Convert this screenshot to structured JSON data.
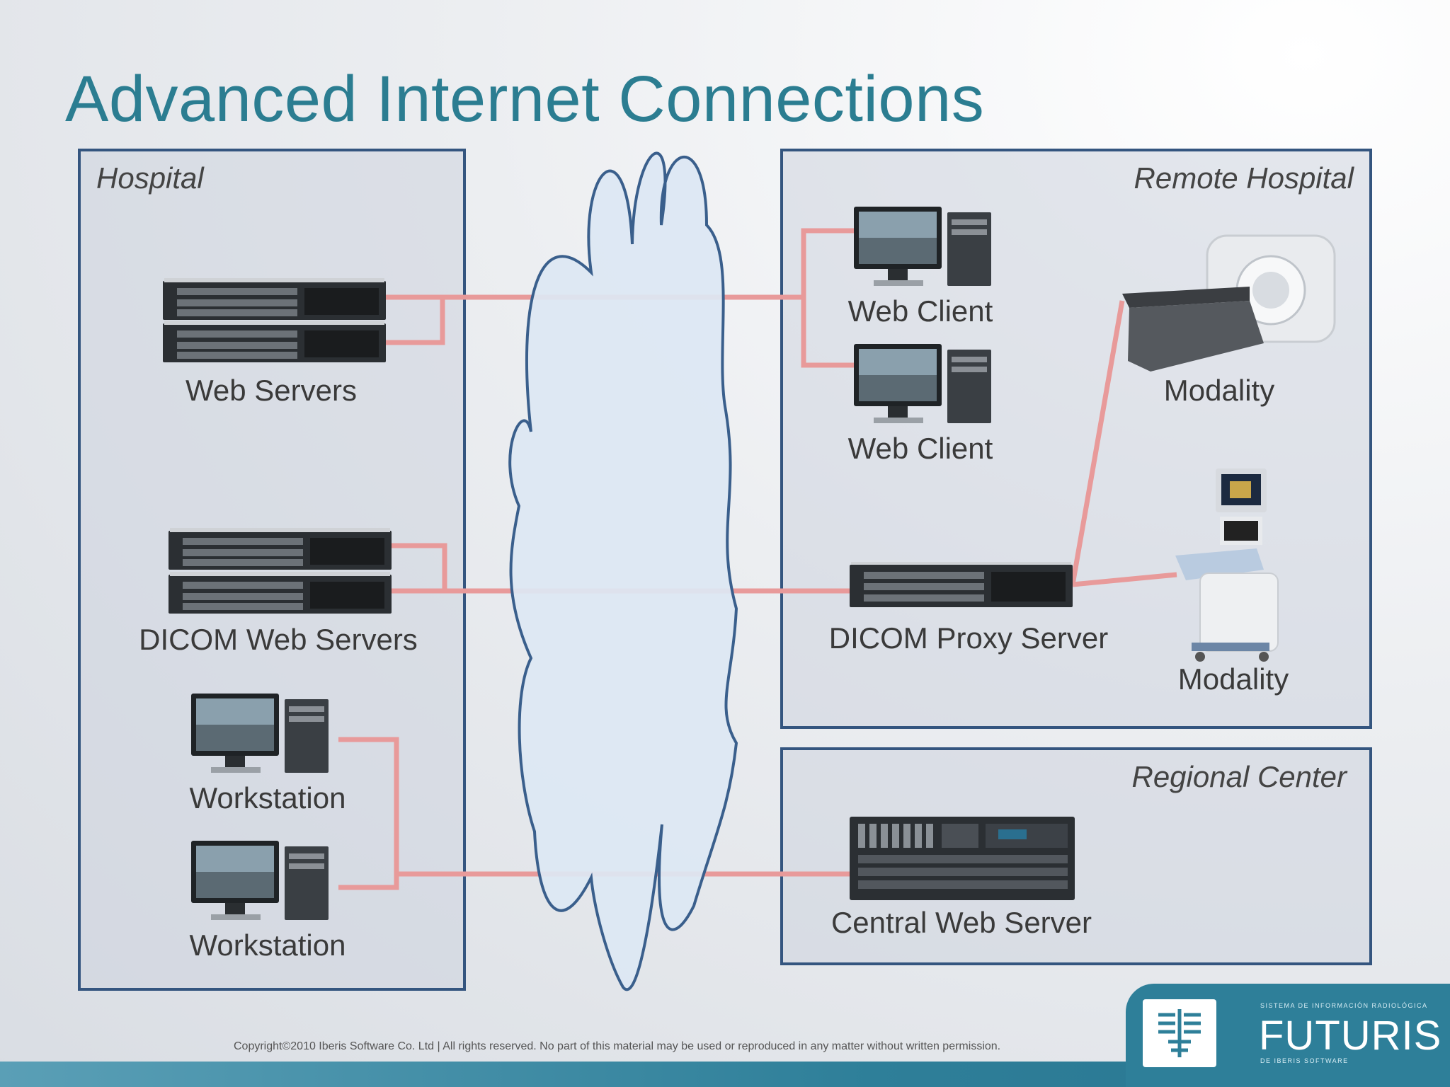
{
  "slide": {
    "title": "Advanced Internet Connections",
    "copyright": "Copyright©2010 Iberis Software Co. Ltd | All rights reserved. No part of this material may be used or reproduced in any matter without written permission."
  },
  "panels": {
    "hospital": "Hospital",
    "remote_hospital": "Remote Hospital",
    "regional_center": "Regional Center"
  },
  "devices": {
    "web_servers": "Web Servers",
    "dicom_web_servers": "DICOM Web Servers",
    "workstation_1": "Workstation",
    "workstation_2": "Workstation",
    "web_client_1": "Web Client",
    "web_client_2": "Web Client",
    "modality_1": "Modality",
    "modality_2": "Modality",
    "dicom_proxy_server": "DICOM Proxy Server",
    "central_web_server": "Central Web Server"
  },
  "brand": {
    "tagline": "SISTEMA DE INFORMACIÓN RADIOLÓGICA",
    "name": "FUTURIS",
    "subline": "DE IBERIS SOFTWARE"
  },
  "colors": {
    "title": "#2b7d91",
    "panel_border": "#34557f",
    "connection": "#e89a9a",
    "cloud_fill": "#dde7f3",
    "brand_bar": "#2e7f99"
  }
}
